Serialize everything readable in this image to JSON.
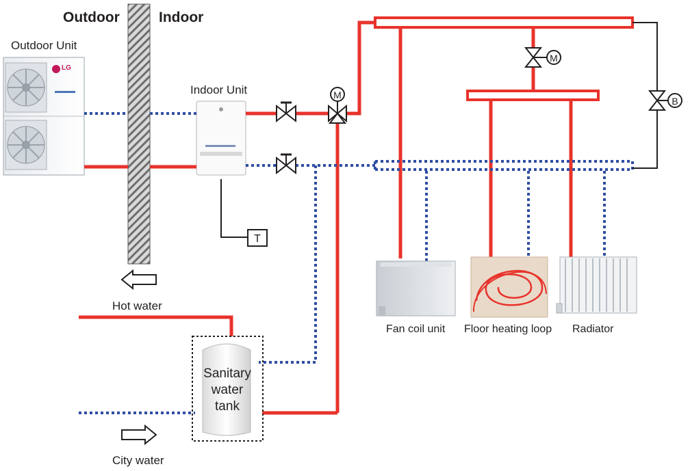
{
  "labels": {
    "outdoor": "Outdoor",
    "indoor": "Indoor",
    "outdoor_unit": "Outdoor Unit",
    "indoor_unit": "Indoor Unit",
    "hot_water": "Hot water",
    "city_water": "City water",
    "fan_coil_unit": "Fan coil unit",
    "floor_heating_loop": "Floor heating loop",
    "radiator": "Radiator",
    "sanitary_tank": [
      "Sanitary",
      "water",
      "tank"
    ]
  },
  "symbols": {
    "motor_valve_marker": "M",
    "bypass_valve_marker": "B",
    "thermostat_marker": "T",
    "unit_logo": "LG"
  },
  "colors": {
    "hot_line": "#e8332b",
    "cold_line": "#2f4da3",
    "wall": "#8a8a8a",
    "black": "#231f20"
  }
}
